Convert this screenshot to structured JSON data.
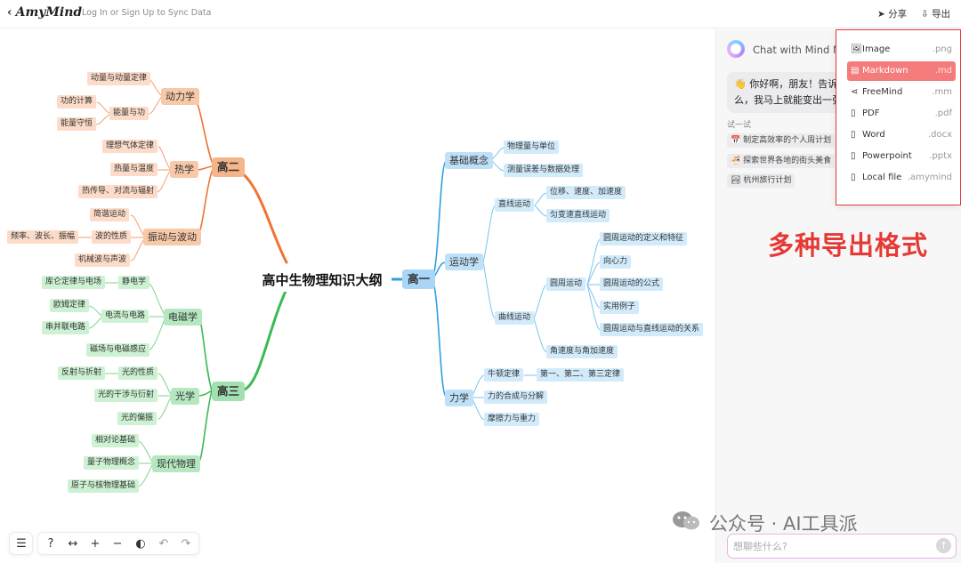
{
  "header": {
    "back_icon": "‹",
    "brand": "AmyMind",
    "login": "Log In or Sign Up to Sync Data",
    "share_label": "分享",
    "export_label": "导出"
  },
  "mindmap": {
    "root": "高中生物理知识大纲",
    "gaoer": {
      "label": "高二",
      "dongli": {
        "label": "动力学",
        "c1": "动量与动量定律",
        "nengliang": "能量与功",
        "g1": "功的计算",
        "g2": "能量守恒"
      },
      "re": {
        "label": "热学",
        "c1": "理想气体定律",
        "c2": "热量与温度",
        "c3": "热传导、对流与辐射"
      },
      "zhendong": {
        "label": "振动与波动",
        "c1": "简谐运动",
        "bo": "波的性质",
        "g1": "频率、波长、振幅",
        "c3": "机械波与声波"
      }
    },
    "gaosan": {
      "label": "高三",
      "dianci": {
        "label": "电磁学",
        "jing": "静电学",
        "g1": "库仑定律与电场",
        "dl": "电流与电路",
        "g2": "欧姆定律",
        "g3": "串并联电路",
        "c3": "磁场与电磁感应"
      },
      "guang": {
        "label": "光学",
        "xz": "光的性质",
        "g1": "反射与折射",
        "c2": "光的干涉与衍射",
        "c3": "光的偏振"
      },
      "xiandai": {
        "label": "现代物理",
        "c1": "相对论基础",
        "c2": "量子物理概念",
        "c3": "原子与核物理基础"
      }
    },
    "gaoyi": {
      "label": "高一",
      "jichu": {
        "label": "基础概念",
        "c1": "物理量与单位",
        "c2": "测量误差与数据处理"
      },
      "yundong": {
        "label": "运动学",
        "zhixian": {
          "label": "直线运动",
          "c1": "位移、速度、加速度",
          "c2": "匀变速直线运动"
        },
        "quxian": {
          "label": "曲线运动",
          "yuanzhou": {
            "label": "圆周运动",
            "c1": "圆周运动的定义和特征",
            "c2": "向心力",
            "c3": "圆周运动的公式",
            "c4": "实用例子",
            "c5": "圆周运动与直线运动的关系"
          },
          "jiao": "角速度与角加速度"
        }
      },
      "lixue": {
        "label": "力学",
        "niudun": "牛顿定律",
        "g1": "第一、第二、第三定律",
        "c2": "力的合成与分解",
        "c3": "摩擦力与重力"
      }
    }
  },
  "toolbar": {
    "outline": "☰",
    "help": "?",
    "fit": "↔",
    "zoom_in": "+",
    "zoom_out": "−",
    "theme": "◐",
    "undo": "↶",
    "redo": "↷"
  },
  "chat": {
    "title": "Chat with Mind Map",
    "greeting_emoji": "👋",
    "greeting": "你好啊，朋友！告诉我你想创建什么，我马上就能变出一张思维导图",
    "try_label": "试一试",
    "suggestions": [
      {
        "icon": "📅",
        "text": "制定高效率的个人周计划"
      },
      {
        "icon": "🍜",
        "text": "探索世界各地的街头美食"
      },
      {
        "icon": "🏞",
        "text": "杭州旅行计划"
      }
    ],
    "input_placeholder": "想聊些什么?",
    "send_icon": "↑"
  },
  "promo_text": "多种导出格式",
  "watermark": "公众号 · AI工具派",
  "export_menu": [
    {
      "icon": "🖼",
      "label": "Image",
      "ext": ".png"
    },
    {
      "icon": "▤",
      "label": "Markdown",
      "ext": ".md",
      "active": true
    },
    {
      "icon": "⋖",
      "label": "FreeMind",
      "ext": ".mm"
    },
    {
      "icon": "▯",
      "label": "PDF",
      "ext": ".pdf"
    },
    {
      "icon": "▯",
      "label": "Word",
      "ext": ".docx"
    },
    {
      "icon": "▯",
      "label": "Powerpoint",
      "ext": ".pptx"
    },
    {
      "icon": "▯",
      "label": "Local file",
      "ext": ".amymind"
    }
  ],
  "colors": {
    "orange_branch": "#ee7433",
    "green_branch": "#3cba54",
    "blue_branch": "#2f9fe3",
    "accent_red": "#e53935",
    "menu_active": "#f47c7c"
  }
}
